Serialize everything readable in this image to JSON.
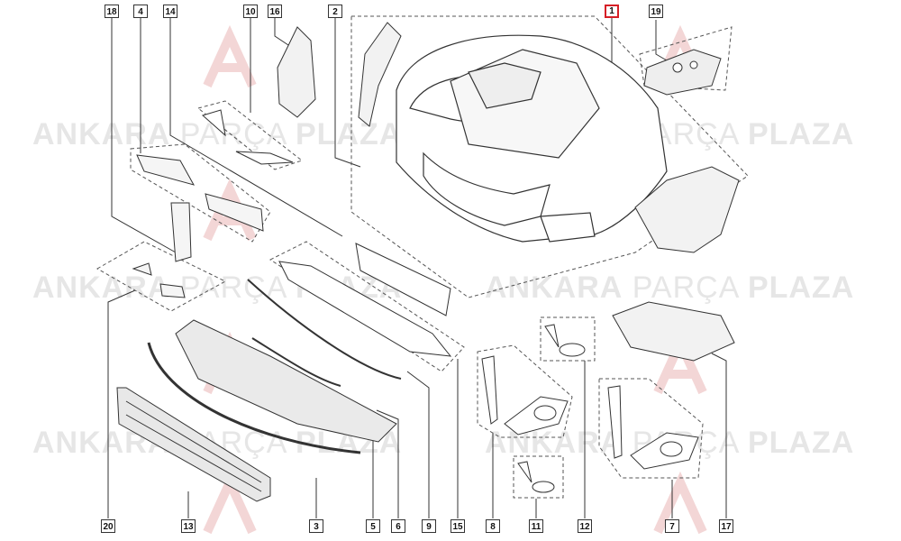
{
  "watermark": {
    "brand_a": "ANKARA",
    "brand_b": "PARÇA",
    "brand_c": "PLAZA"
  },
  "colors": {
    "line": "#333333",
    "highlight": "#d61f26",
    "watermark": "#e6e6e6",
    "logo_red": "#f3d6d6"
  },
  "callouts": [
    {
      "id": "18",
      "label": "18"
    },
    {
      "id": "4",
      "label": "4"
    },
    {
      "id": "14",
      "label": "14"
    },
    {
      "id": "10",
      "label": "10"
    },
    {
      "id": "16",
      "label": "16"
    },
    {
      "id": "2",
      "label": "2"
    },
    {
      "id": "1",
      "label": "1",
      "highlight": true
    },
    {
      "id": "19",
      "label": "19"
    },
    {
      "id": "20",
      "label": "20"
    },
    {
      "id": "13",
      "label": "13"
    },
    {
      "id": "3",
      "label": "3"
    },
    {
      "id": "5",
      "label": "5"
    },
    {
      "id": "6",
      "label": "6"
    },
    {
      "id": "9",
      "label": "9"
    },
    {
      "id": "15",
      "label": "15"
    },
    {
      "id": "8",
      "label": "8"
    },
    {
      "id": "11",
      "label": "11"
    },
    {
      "id": "12",
      "label": "12"
    },
    {
      "id": "7",
      "label": "7"
    },
    {
      "id": "17",
      "label": "17"
    }
  ]
}
